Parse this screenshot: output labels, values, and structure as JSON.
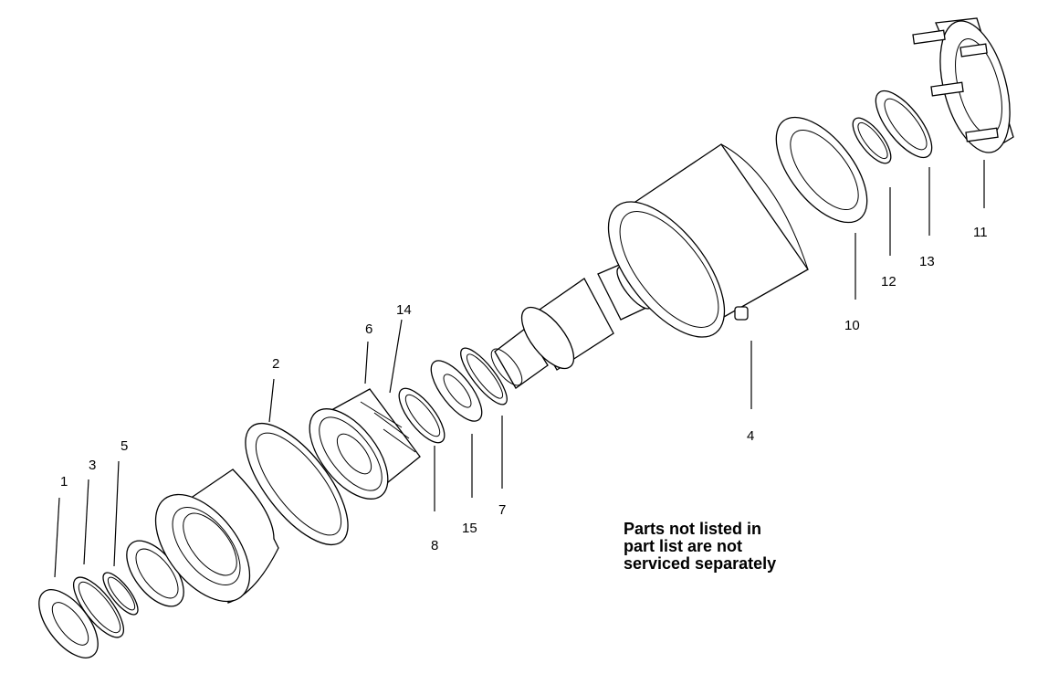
{
  "diagram": {
    "callouts": [
      "1",
      "2",
      "3",
      "4",
      "5",
      "6",
      "7",
      "8",
      "10",
      "11",
      "12",
      "13",
      "14",
      "15"
    ],
    "note": {
      "lines": [
        "Parts not listed in",
        "part list are not",
        "serviced separately"
      ]
    }
  }
}
